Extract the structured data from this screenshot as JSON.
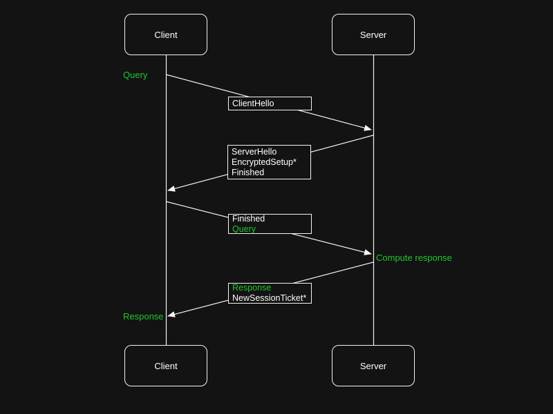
{
  "diagram": {
    "title_hint": "TLS handshake sequence diagram",
    "colors": {
      "background": "#131313",
      "line": "#f5f5f5",
      "text": "#ffffff",
      "accent_green": "#1fc82e"
    },
    "actors": {
      "client_top": "Client",
      "server_top": "Server",
      "client_bottom": "Client",
      "server_bottom": "Server"
    },
    "side_labels": {
      "query": "Query",
      "compute_response": "Compute response",
      "response": "Response"
    },
    "messages": [
      {
        "lines": [
          "ClientHello"
        ]
      },
      {
        "lines": [
          "ServerHello",
          "EncryptedSetup*",
          "Finished"
        ]
      },
      {
        "lines": [
          "Finished",
          "Query"
        ]
      },
      {
        "lines": [
          "Response",
          "NewSessionTicket*"
        ]
      }
    ]
  }
}
